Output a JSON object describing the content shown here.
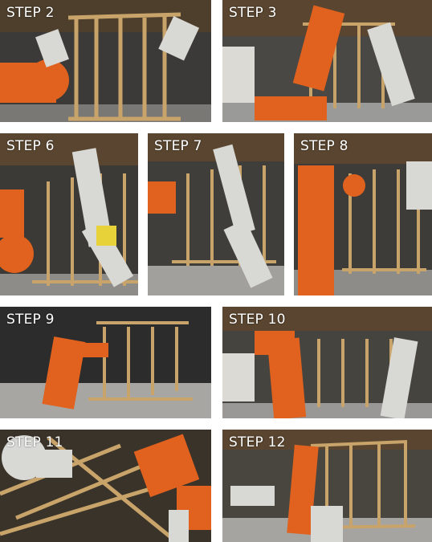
{
  "tiles": [
    {
      "id": "step-2",
      "label": "STEP 2"
    },
    {
      "id": "step-3",
      "label": "STEP 3"
    },
    {
      "id": "step-6",
      "label": "STEP 6"
    },
    {
      "id": "step-7",
      "label": "STEP 7"
    },
    {
      "id": "step-8",
      "label": "STEP 8"
    },
    {
      "id": "step-9",
      "label": "STEP 9"
    },
    {
      "id": "step-10",
      "label": "STEP 10"
    },
    {
      "id": "step-11",
      "label": "STEP 11"
    },
    {
      "id": "step-12",
      "label": "STEP 12"
    }
  ],
  "colors": {
    "robot_orange": "#e0621e",
    "robot_white": "#d8d8d4",
    "timber": "#c9a46a",
    "timber_dark": "#8a6a3a",
    "ceiling": "#5a4630",
    "floor": "#9a9a98",
    "background": "#ffffff"
  }
}
